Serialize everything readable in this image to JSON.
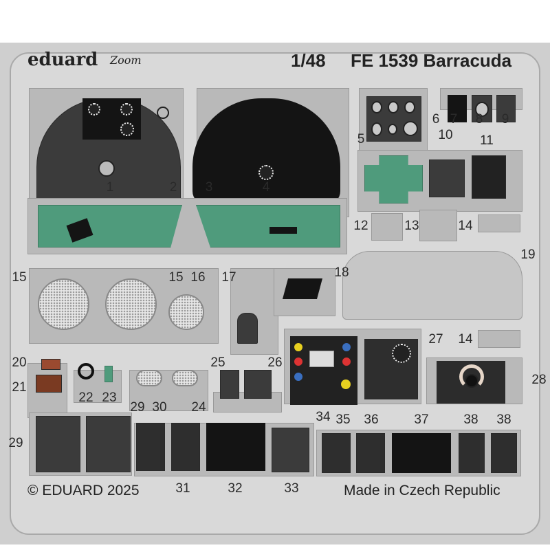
{
  "header": {
    "brand": "eduard",
    "sub_brand": "Zoom",
    "scale": "1/48",
    "product": "FE 1539 Barracuda"
  },
  "footer": {
    "copyright": "© EDUARD 2025",
    "origin": "Made in Czech Republic"
  },
  "part_numbers": [
    "1",
    "2",
    "3",
    "4",
    "5",
    "6",
    "7",
    "8",
    "9",
    "10",
    "11",
    "12",
    "13",
    "14",
    "15",
    "15",
    "16",
    "17",
    "18",
    "19",
    "14",
    "27",
    "20",
    "21",
    "22",
    "23",
    "25",
    "26",
    "28",
    "29",
    "30",
    "24",
    "34",
    "35",
    "36",
    "37",
    "38",
    "38",
    "29",
    "31",
    "32",
    "33"
  ],
  "colors": {
    "fret": "#d9d9d9",
    "panel_dark": "#3b3b3b",
    "panel_black": "#141414",
    "green": "#4f9b7c",
    "part_grey": "#b9b9b9"
  }
}
